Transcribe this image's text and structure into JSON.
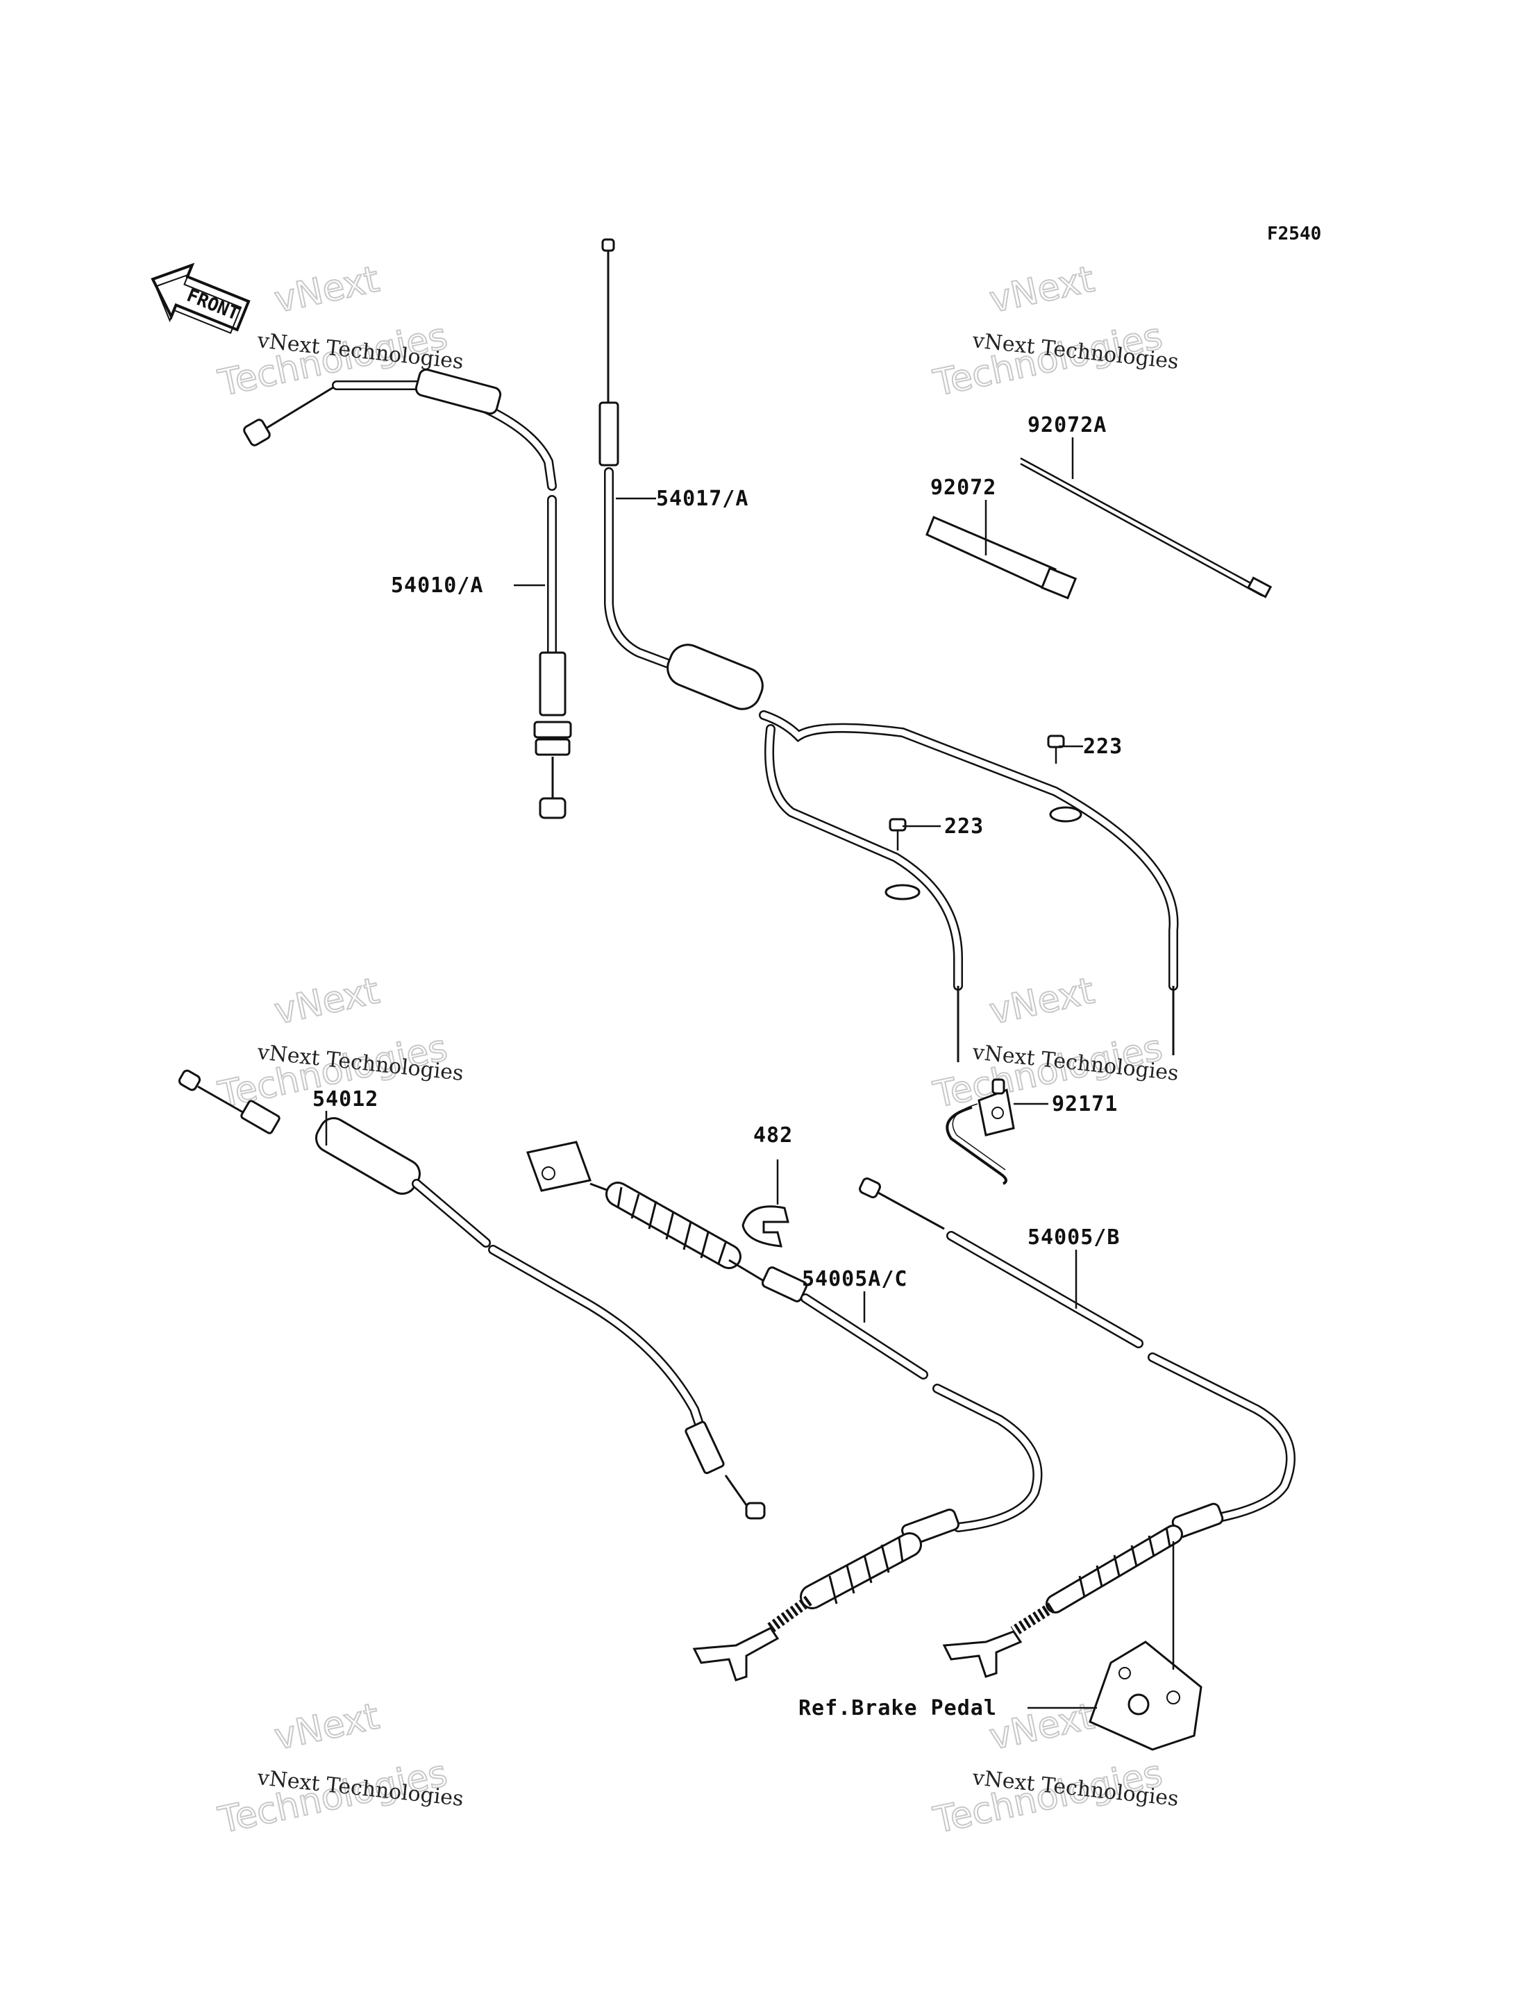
{
  "figure_id": "F2540",
  "front_label": "FRONT",
  "watermark": {
    "line1": "vNext Technologies",
    "line2": "vNext",
    "line3": "Technologies"
  },
  "callouts": [
    {
      "id": "c-54010A",
      "text": "54010/A"
    },
    {
      "id": "c-54017A",
      "text": "54017/A"
    },
    {
      "id": "c-92072A",
      "text": "92072A"
    },
    {
      "id": "c-92072",
      "text": "92072"
    },
    {
      "id": "c-223a",
      "text": "223"
    },
    {
      "id": "c-223b",
      "text": "223"
    },
    {
      "id": "c-54012",
      "text": "54012"
    },
    {
      "id": "c-482",
      "text": "482"
    },
    {
      "id": "c-92171",
      "text": "92171"
    },
    {
      "id": "c-54005AC",
      "text": "54005A/C"
    },
    {
      "id": "c-54005B",
      "text": "54005/B"
    },
    {
      "id": "c-refbrake",
      "text": "Ref.Brake Pedal"
    }
  ]
}
